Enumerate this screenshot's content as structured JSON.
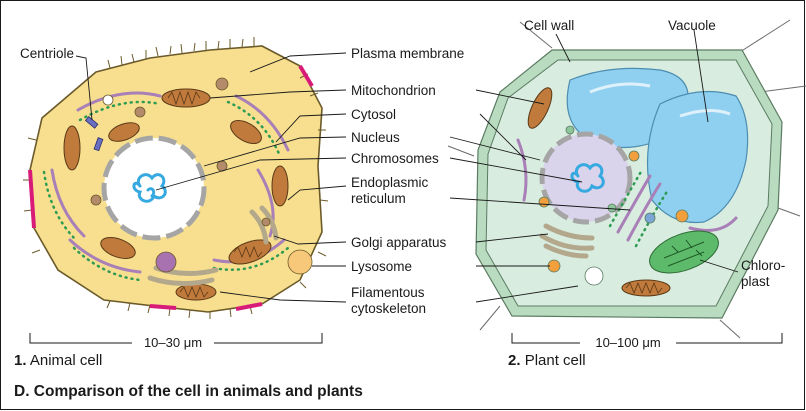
{
  "figure_title": "D. Comparison of the cell in animals and plants",
  "animal_cell": {
    "number": "1.",
    "caption": "Animal cell",
    "scale": "10–30 μm",
    "labels": {
      "centriole": "Centriole",
      "plasma_membrane": "Plasma membrane",
      "mitochondrion": "Mitochondrion",
      "cytosol": "Cytosol",
      "nucleus": "Nucleus",
      "chromosomes": "Chromosomes",
      "er_line1": "Endoplasmic",
      "er_line2": "reticulum",
      "golgi": "Golgi apparatus",
      "lysosome": "Lysosome",
      "cytoskeleton_line1": "Filamentous",
      "cytoskeleton_line2": "cytoskeleton"
    }
  },
  "plant_cell": {
    "number": "2.",
    "caption": "Plant cell",
    "scale": "10–100 μm",
    "labels": {
      "cell_wall": "Cell wall",
      "vacuole": "Vacuole",
      "chloroplast_line1": "Chloro-",
      "chloroplast_line2": "plast"
    }
  },
  "colors": {
    "animal_cytoplasm": "#f7df8f",
    "animal_outline": "#6b5a2a",
    "membrane_accent": "#d81b78",
    "nucleus_fill": "#ffffff",
    "chromatin": "#35a9e0",
    "mitochondrion": "#c07a3c",
    "er_green": "#2e9b53",
    "er_purple": "#a87fb6",
    "lysosome": "#f2a03d",
    "plant_wall": "#b9dcc0",
    "plant_cytoplasm": "#d8ece0",
    "vacuole": "#8fd0f0",
    "chloroplast": "#5dba6a",
    "nucleus_plant": "#d9d3ec"
  }
}
